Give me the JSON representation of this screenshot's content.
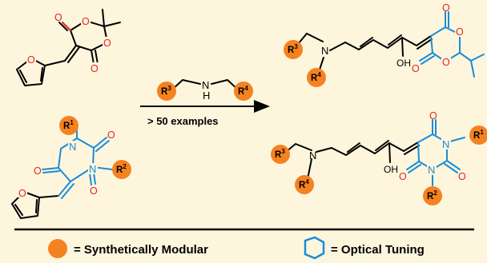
{
  "colors": {
    "background": "#fdf6dd",
    "modular_circle": "#f58220",
    "optical_blue": "#1a8cd8",
    "oxygen_red": "#e8231b",
    "bond_black": "#000000"
  },
  "atoms": {
    "O": "O",
    "N": "N",
    "H": "H",
    "OH": "OH"
  },
  "r_groups": {
    "R": "R",
    "sup1": "1",
    "sup2": "2",
    "sup3": "3",
    "sup4": "4"
  },
  "reaction": {
    "conditions": "> 50 examples"
  },
  "legend": {
    "modular_label": "= Synthetically Modular",
    "optical_label": "= Optical Tuning",
    "modular_icon": "orange-circle-icon",
    "optical_icon": "blue-hexagon-icon"
  }
}
